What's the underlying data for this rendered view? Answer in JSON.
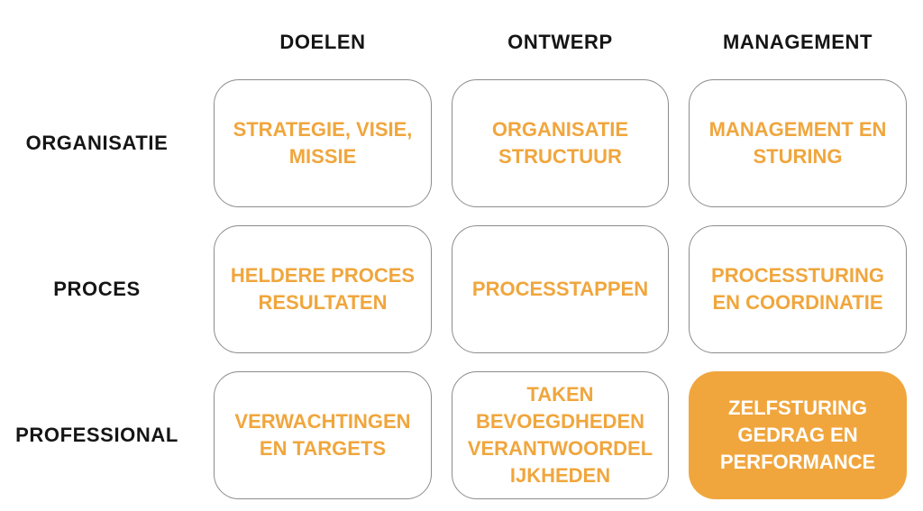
{
  "matrix": {
    "title": "organisatie-inrichtingsmatrix",
    "columns": [
      {
        "label": "DOELEN"
      },
      {
        "label": "ONTWERP"
      },
      {
        "label": "MANAGEMENT"
      }
    ],
    "rows": [
      {
        "label": "ORGANISATIE",
        "cells": [
          {
            "text": "STRATEGIE, VISIE,\nMISSIE",
            "highlighted": false
          },
          {
            "text": "ORGANISATIE\nSTRUCTUUR",
            "highlighted": false
          },
          {
            "text": "MANAGEMENT EN\nSTURING",
            "highlighted": false
          }
        ]
      },
      {
        "label": "PROCES",
        "cells": [
          {
            "text": "HELDERE PROCES\nRESULTATEN",
            "highlighted": false
          },
          {
            "text": "PROCESSTAPPEN",
            "highlighted": false
          },
          {
            "text": "PROCESSTURING\nEN COORDINATIE",
            "highlighted": false
          }
        ]
      },
      {
        "label": "PROFESSIONAL",
        "cells": [
          {
            "text": "VERWACHTINGEN\nEN TARGETS",
            "highlighted": false
          },
          {
            "text": "TAKEN\nBEVOEGDHEDEN\nVERANTWOORDEL\nIJKHEDEN",
            "highlighted": false
          },
          {
            "text": "ZELFSTURING\nGEDRAG EN\nPERFORMANCE",
            "highlighted": true
          }
        ]
      }
    ]
  },
  "colors": {
    "accent": "#F0A63D",
    "header_text": "#151515",
    "cell_border": "#8C8C8C",
    "highlight_text": "#FFFFFF",
    "page_bg": "#FFFFFF"
  }
}
